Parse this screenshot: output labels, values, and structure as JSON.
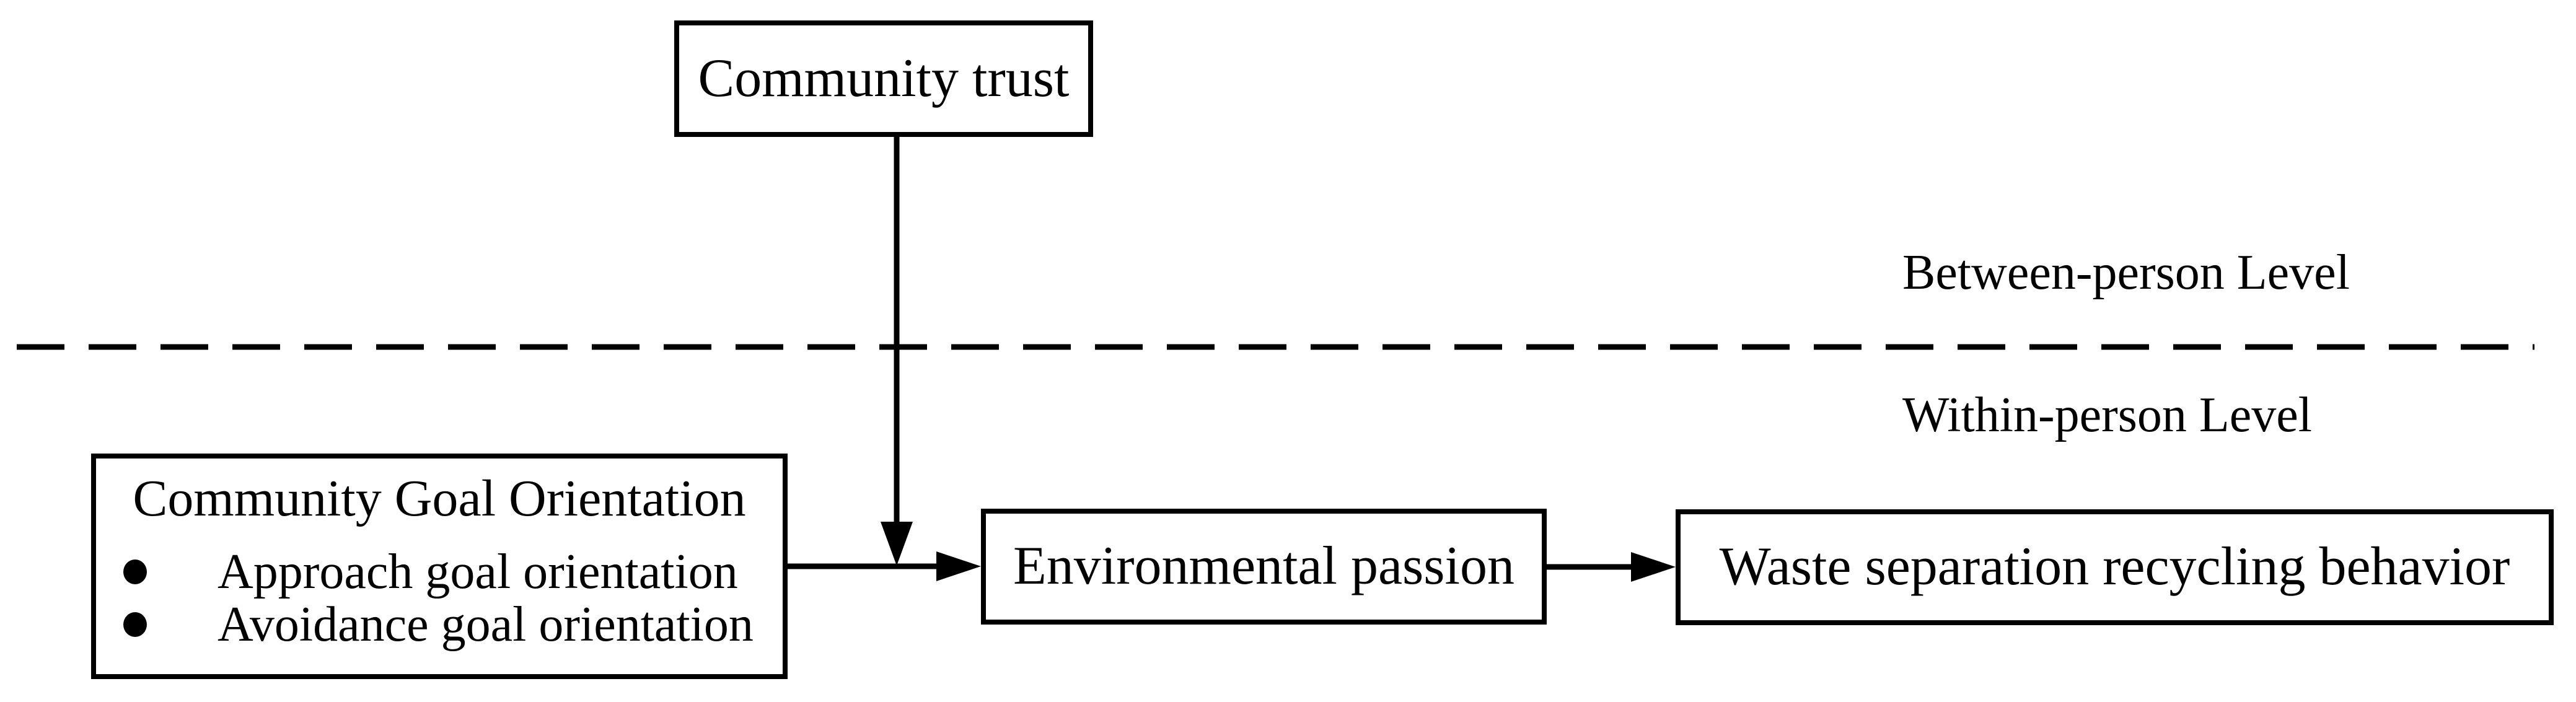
{
  "colors": {
    "ink": "#000000",
    "paper": "#ffffff"
  },
  "levels": {
    "between_label": "Between-person Level",
    "within_label": "Within-person Level"
  },
  "nodes": {
    "community_trust": {
      "label": "Community trust"
    },
    "community_goal_orientation": {
      "title": "Community Goal Orientation",
      "bullets": [
        "Approach goal orientation",
        "Avoidance goal orientation"
      ]
    },
    "environmental_passion": {
      "label": "Environmental passion"
    },
    "waste_recycling": {
      "label": "Waste separation recycling behavior"
    }
  }
}
